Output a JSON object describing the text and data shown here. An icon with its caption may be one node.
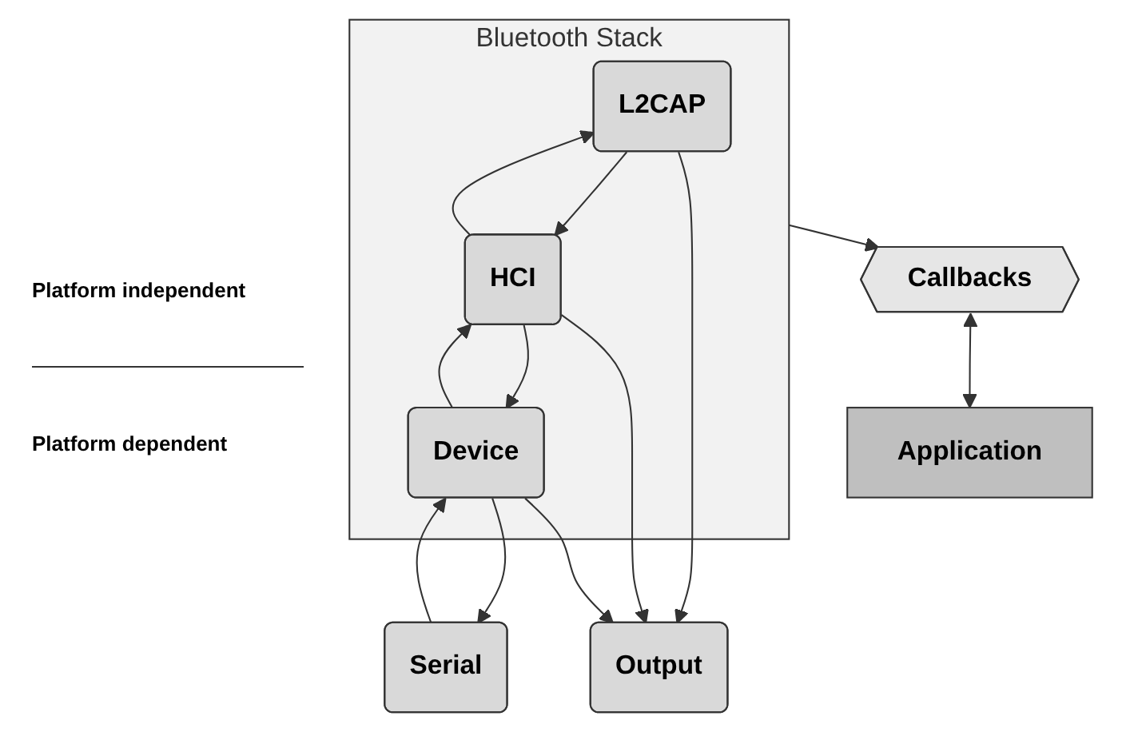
{
  "diagram": {
    "nodes": [
      {
        "text": [
          "Bluetooth Stack"
        ]
      },
      {
        "text": [
          "L2CAP"
        ],
        "in": 0
      },
      {
        "text": [
          "HCI"
        ],
        "in": 0
      },
      {
        "text": [
          "Device"
        ],
        "in": 0
      },
      {
        "text": [
          "Callbacks"
        ]
      },
      {
        "text": [
          "Application"
        ]
      },
      {
        "text": [
          "Serial"
        ]
      },
      {
        "text": [
          "Output"
        ]
      }
    ],
    "edges": [
      {
        "from": 2,
        "to": 1,
        "arrow": "to"
      },
      {
        "from": 1,
        "to": 2,
        "arrow": "to"
      },
      {
        "from": 3,
        "to": 2,
        "arrow": "to"
      },
      {
        "from": 2,
        "to": 3,
        "arrow": "to"
      },
      {
        "from": 3,
        "to": 6,
        "arrow": "to"
      },
      {
        "from": 6,
        "to": 3,
        "arrow": "to"
      },
      {
        "from": 1,
        "to": 7,
        "arrow": "to"
      },
      {
        "from": 2,
        "to": 7,
        "arrow": "to"
      },
      {
        "from": 3,
        "to": 7,
        "arrow": "to"
      },
      {
        "from": 0,
        "to": 4,
        "arrow": "to"
      },
      {
        "from": 4,
        "to": 5,
        "arrow": "both"
      }
    ],
    "labels": [
      "Platform independent",
      "Platform dependent"
    ]
  }
}
